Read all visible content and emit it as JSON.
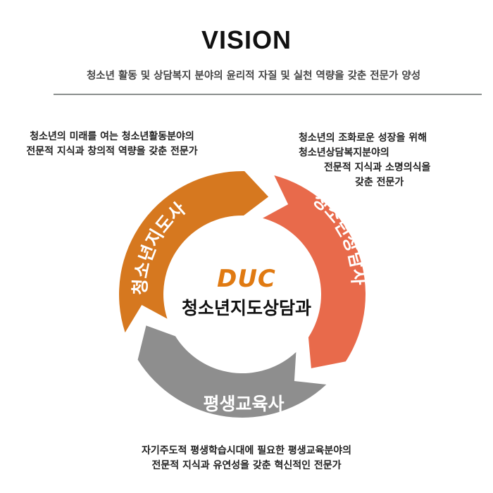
{
  "header": {
    "title": "VISION",
    "subtitle": "청소년 활동 및 상담복지 분야의 윤리적 자질 및 실천 역량을 갖춘 전문가 양성"
  },
  "descriptions": {
    "top_left": [
      "청소년의 미래를 여는 청소년활동분야의",
      "전문적 지식과 창의적 역량을 갖춘 전문가"
    ],
    "top_right": [
      "청소년의 조화로운 성장을 위해",
      "청소년상담복지분야의",
      "전문적 지식과 소명의식을",
      "갖춘 전문가"
    ],
    "bottom": [
      "자기주도적 평생학습시대에 필요한 평생교육분야의",
      "전문적 지식과 유연성을 갖춘 혁신적인 전문가"
    ]
  },
  "cycle": {
    "segments": [
      {
        "label": "청소년지도사",
        "color": "#d6781f"
      },
      {
        "label": "청소년상담사",
        "color": "#e86a4b"
      },
      {
        "label": "평생교육사",
        "color": "#8e8e8e"
      }
    ]
  },
  "center": {
    "logo": "DUC",
    "name": "청소년지도상담과"
  }
}
